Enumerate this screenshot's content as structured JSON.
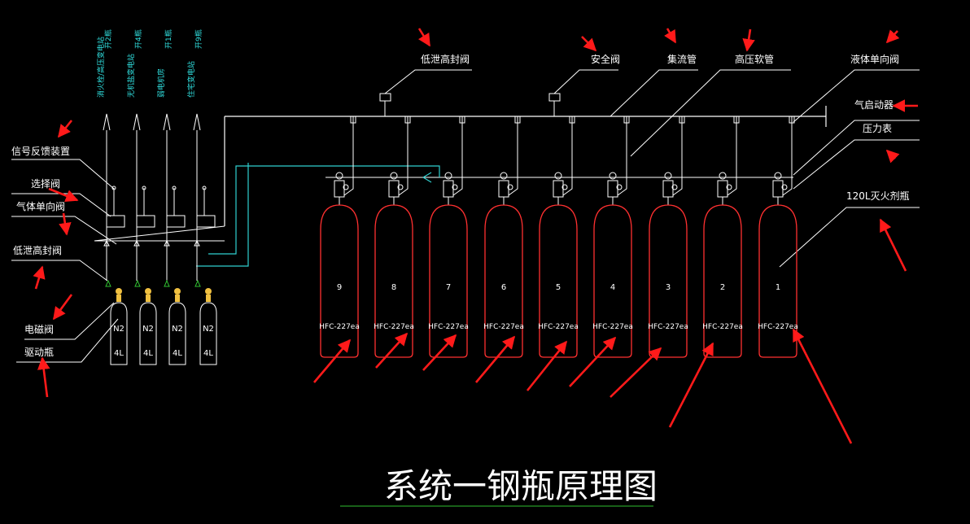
{
  "title": "系统一钢瓶原理图",
  "top_labels": {
    "low_pressure_seal_valve": "低泄高封阀",
    "safety_valve": "安全阀",
    "collector_pipe": "集流管",
    "high_pressure_hose": "高压软管",
    "liquid_check_valve": "液体单向阀"
  },
  "right_labels": {
    "gas_starter": "气启动器",
    "pressure_gauge": "压力表",
    "cylinder_120l": "120L灭火剂瓶"
  },
  "left_labels": {
    "signal_device": "信号反馈装置",
    "selector_valve": "选择阀",
    "gas_check_valve": "气体单向阀",
    "low_pressure_seal_valve": "低泄高封阀",
    "solenoid_valve": "电磁阀",
    "driver_cylinder": "驱动瓶"
  },
  "zone_labels": [
    {
      "line1": "消火栓/高压变电站",
      "line2": "开2瓶"
    },
    {
      "line1": "无机盐变电站",
      "line2": "开4瓶"
    },
    {
      "line1": "弱电机房",
      "line2": "开1瓶"
    },
    {
      "line1": "住宅变电站",
      "line2": "开9瓶"
    }
  ],
  "driver_cylinders": [
    {
      "gas": "N2",
      "volume": "4L"
    },
    {
      "gas": "N2",
      "volume": "4L"
    },
    {
      "gas": "N2",
      "volume": "4L"
    },
    {
      "gas": "N2",
      "volume": "4L"
    }
  ],
  "agent_cylinders": [
    {
      "number": "9",
      "agent": "HFC-227ea"
    },
    {
      "number": "8",
      "agent": "HFC-227ea"
    },
    {
      "number": "7",
      "agent": "HFC-227ea"
    },
    {
      "number": "6",
      "agent": "HFC-227ea"
    },
    {
      "number": "5",
      "agent": "HFC-227ea"
    },
    {
      "number": "4",
      "agent": "HFC-227ea"
    },
    {
      "number": "3",
      "agent": "HFC-227ea"
    },
    {
      "number": "2",
      "agent": "HFC-227ea"
    },
    {
      "number": "1",
      "agent": "HFC-227ea"
    }
  ],
  "colors": {
    "line": "#ffffff",
    "label": "#ffffff",
    "zone_label": "#30e0e0",
    "cylinder": "#ff3030",
    "cyan_pipe": "#30d0d0",
    "arrow": "#ff1a1a",
    "underline": "#30c030",
    "valve": "#f0c040"
  }
}
